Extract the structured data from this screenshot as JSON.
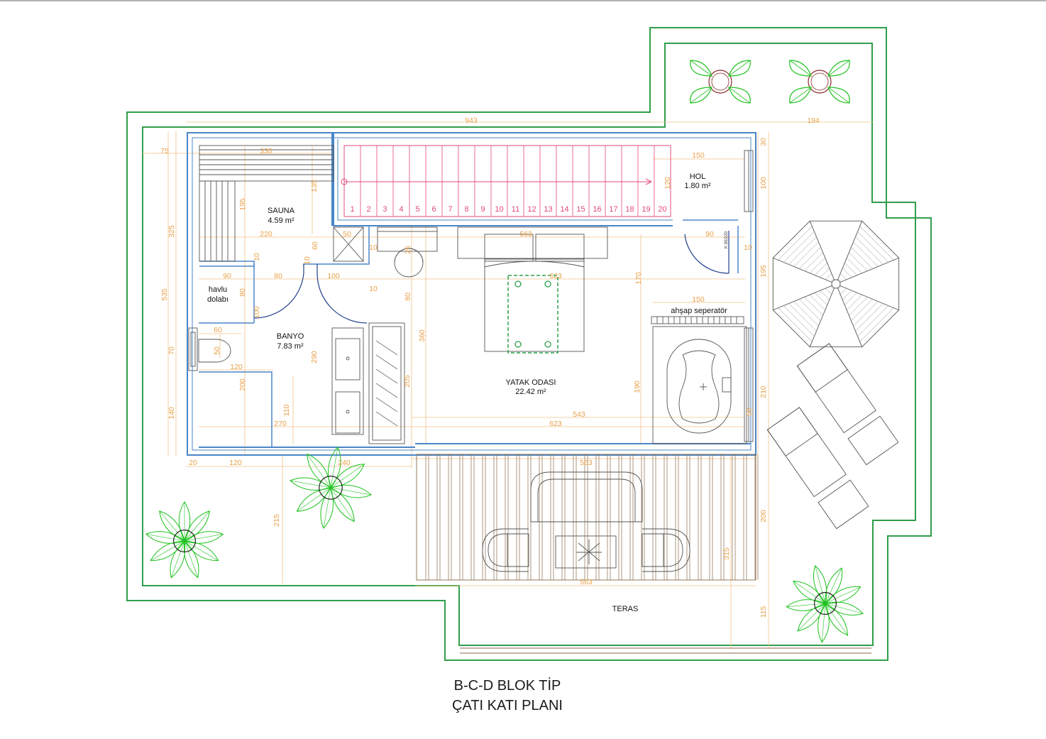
{
  "title": {
    "line1": "B-C-D BLOK TİP",
    "line2": "ÇATI KATI PLANI"
  },
  "rooms": {
    "sauna": {
      "name": "SAUNA",
      "area": "4.59 m²"
    },
    "banyo": {
      "name": "BANYO",
      "area": "7.83 m²"
    },
    "hol": {
      "name": "HOL",
      "area": "1.80 m²"
    },
    "yatak": {
      "name": "YATAK ODASI",
      "area": "22.42 m²"
    },
    "teras": {
      "name": "TERAS"
    },
    "havlu": {
      "line1": "havlu",
      "line2": "dolabı"
    },
    "separator": "ahşap seperatör",
    "door_tag": "K 90/220"
  },
  "stairs": {
    "steps": [
      "1",
      "2",
      "3",
      "4",
      "5",
      "6",
      "7",
      "8",
      "9",
      "10",
      "11",
      "12",
      "13",
      "14",
      "15",
      "16",
      "17",
      "18",
      "19",
      "20"
    ]
  },
  "dimensions": {
    "top_total": "943",
    "top_right": "194",
    "d75": "75",
    "d330": "330",
    "d150_hol": "150",
    "d30": "30",
    "d100_r": "100",
    "d135": "135",
    "d195_sauna": "195",
    "d325": "325",
    "d120_hol": "120",
    "d220": "220",
    "d50": "50",
    "d563_top": "563",
    "d90_r": "90",
    "d10_r": "10",
    "d535": "535",
    "d60": "60",
    "d10_a": "10",
    "d10_b": "10",
    "d25": "25",
    "d10_c": "10",
    "d90_l": "90",
    "d80_a": "80",
    "d100_m": "100",
    "d623_top": "623",
    "d170": "170",
    "d195_r": "195",
    "d80_b": "80",
    "d10_d": "10",
    "d80_c": "80",
    "d150_sep": "150",
    "d100_sm": "100",
    "d60_wc": "60",
    "d50_wc": "50",
    "d290": "290",
    "d360": "360",
    "d70": "70",
    "d120_wc": "120",
    "d205": "205",
    "d190": "190",
    "d210": "210",
    "d200": "200",
    "d110": "110",
    "d543": "543",
    "d140": "140",
    "d270": "270",
    "d623_bot": "623",
    "d50_r": "50",
    "b20": "20",
    "b120": "120",
    "b240": "240",
    "b563": "563",
    "d215": "215",
    "d200_r": "200",
    "d315": "315",
    "d563_ter": "563",
    "d115": "115"
  },
  "colors": {
    "parapet": "#2f9e4a",
    "walls": "#4a86c8",
    "dims": "#e8a24a",
    "stairs": "#e2487e",
    "furniture": "#555555",
    "plants": "#1ec21e"
  }
}
